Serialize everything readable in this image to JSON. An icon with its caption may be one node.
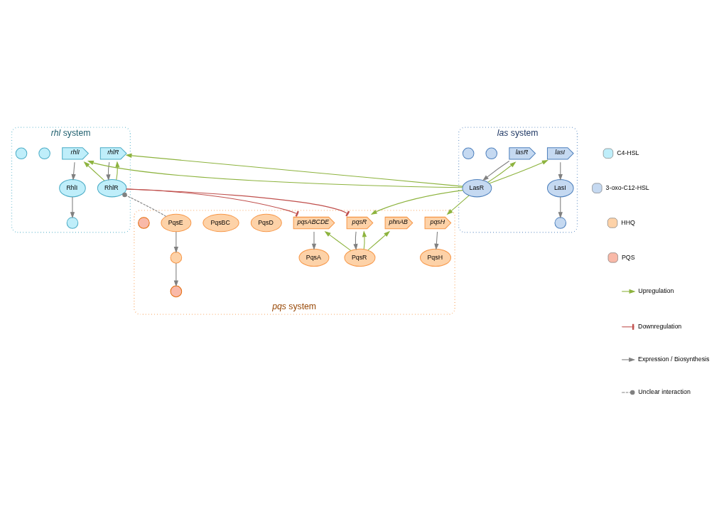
{
  "diagram": {
    "nodes": [
      {
        "text": [
          "*rhl* system"
        ]
      },
      {
        "text": [
          "rhlR"
        ],
        "in": 0
      },
      {
        "text": [
          "rhlI"
        ],
        "in": 0
      },
      {
        "text": [
          "RhlR"
        ],
        "in": 0
      },
      {
        "text": [],
        "shape": "circle",
        "in": 0
      },
      {
        "text": [],
        "shape": "circle",
        "in": 0
      },
      {
        "text": [],
        "shape": "circle",
        "in": 0
      },
      {
        "text": [
          "RhlI"
        ],
        "in": 0
      },
      {
        "text": [
          "*las* system"
        ]
      },
      {
        "text": [
          "lasR"
        ],
        "in": 8
      },
      {
        "text": [
          "lasI"
        ],
        "in": 8
      },
      {
        "text": [
          "LasR"
        ],
        "in": 8
      },
      {
        "text": [],
        "shape": "circle",
        "in": 8
      },
      {
        "text": [],
        "shape": "circle",
        "in": 8
      },
      {
        "text": [],
        "shape": "circle",
        "in": 8
      },
      {
        "text": [
          "LasI"
        ],
        "in": 8
      },
      {
        "text": [
          "*pqs* system"
        ]
      },
      {
        "text": [
          "pqsABCDE"
        ],
        "in": 16
      },
      {
        "text": [
          "phnAB"
        ],
        "in": 16
      },
      {
        "text": [
          "pqsR"
        ],
        "in": 16
      },
      {
        "text": [
          "pqsH"
        ],
        "in": 16
      },
      {
        "text": [
          "PqsA"
        ],
        "in": 16
      },
      {
        "text": [
          "PqsD"
        ],
        "in": 16
      },
      {
        "text": [
          "PqsBC"
        ],
        "in": 16
      },
      {
        "text": [
          "PqsE"
        ],
        "in": 16
      },
      {
        "text": [
          "PqsH"
        ],
        "in": 16
      },
      {
        "text": [],
        "shape": "circle",
        "in": 16
      },
      {
        "text": [
          "PqsR"
        ],
        "in": 16
      },
      {
        "text": [],
        "shape": "circle",
        "in": 16
      },
      {
        "text": [],
        "shape": "circle",
        "in": 16
      }
    ],
    "edges": [
      {
        "from": 1,
        "to": 3,
        "arrow": "to",
        "color": "#808080"
      },
      {
        "from": 2,
        "to": 7,
        "arrow": "to",
        "color": "#808080"
      },
      {
        "from": 7,
        "to": 5,
        "arrow": "to",
        "color": "#808080"
      },
      {
        "from": 3,
        "to": 1,
        "arrow": "to",
        "color": "#8db33e"
      },
      {
        "from": 3,
        "to": 2,
        "arrow": "to",
        "color": "#8db33e"
      },
      {
        "from": 9,
        "to": 11,
        "arrow": "to",
        "color": "#808080"
      },
      {
        "from": 10,
        "to": 15,
        "arrow": "to",
        "color": "#808080"
      },
      {
        "from": 15,
        "to": 13,
        "arrow": "to",
        "color": "#808080"
      },
      {
        "from": 11,
        "to": 9,
        "arrow": "to",
        "color": "#8db33e"
      },
      {
        "from": 11,
        "to": 10,
        "arrow": "to",
        "color": "#8db33e"
      },
      {
        "from": 11,
        "to": 1,
        "arrow": "to",
        "color": "#8db33e"
      },
      {
        "from": 11,
        "to": 2,
        "arrow": "to",
        "color": "#8db33e"
      },
      {
        "from": 11,
        "to": 19,
        "arrow": "to",
        "color": "#8db33e"
      },
      {
        "from": 11,
        "to": 20,
        "arrow": "to",
        "color": "#8db33e"
      },
      {
        "from": 3,
        "to": 17,
        "arrow": "other",
        "color": "#c0504d"
      },
      {
        "from": 3,
        "to": 19,
        "arrow": "other",
        "color": "#c0504d"
      },
      {
        "from": 27,
        "to": 17,
        "arrow": "to",
        "color": "#8db33e"
      },
      {
        "from": 27,
        "to": 18,
        "arrow": "to",
        "color": "#8db33e"
      },
      {
        "from": 27,
        "to": 19,
        "arrow": "to",
        "color": "#8db33e"
      },
      {
        "from": 17,
        "to": 21,
        "arrow": "to",
        "color": "#808080"
      },
      {
        "from": 19,
        "to": 27,
        "arrow": "to",
        "color": "#808080"
      },
      {
        "from": 20,
        "to": 25,
        "arrow": "to",
        "color": "#808080"
      },
      {
        "from": 24,
        "to": 28,
        "arrow": "to",
        "color": "#808080"
      },
      {
        "from": 28,
        "to": 29,
        "arrow": "to",
        "color": "#808080"
      },
      {
        "from": 24,
        "to": 3,
        "arrow": "other",
        "style": "dashed",
        "color": "#808080"
      }
    ],
    "legend": [
      {
        "text": "C4-HSL",
        "color": "#bfeefa"
      },
      {
        "text": "3-oxo-C12-HSL",
        "color": "#c5d9f1"
      },
      {
        "text": "HHQ",
        "color": "#fdd2a8"
      },
      {
        "text": "PQS",
        "color": "#f9b9a8"
      },
      {
        "text": "Upregulation"
      },
      {
        "text": "Downregulation"
      },
      {
        "text": "Expression / Biosynthesis"
      },
      {
        "text": "Unclear interaction"
      }
    ]
  }
}
